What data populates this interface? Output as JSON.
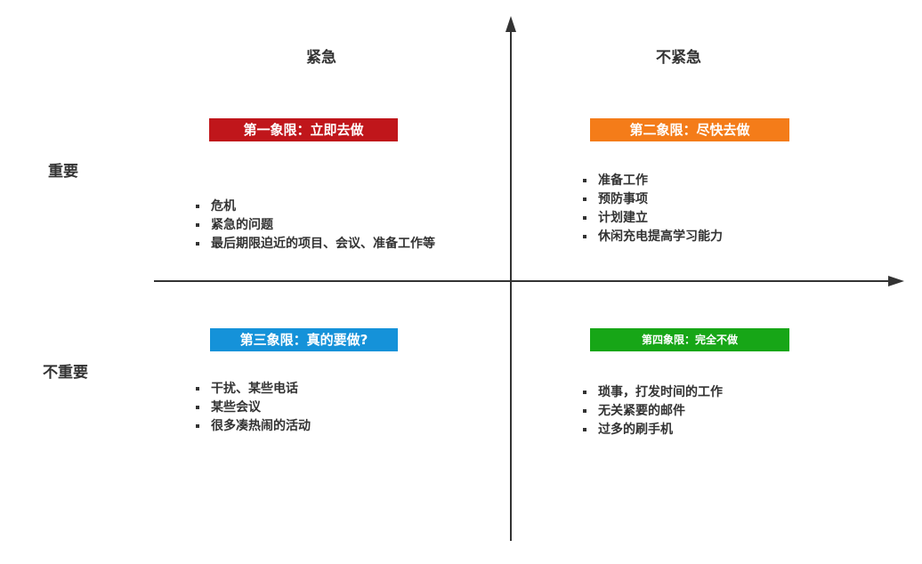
{
  "columns": {
    "urgent": "紧急",
    "not_urgent": "不紧急"
  },
  "rows": {
    "important": "重要",
    "not_important": "不重要"
  },
  "quadrants": [
    {
      "title": "第一象限：立即去做",
      "color": "#c0161b",
      "items": [
        "危机",
        "紧急的问题",
        "最后期限迫近的项目、会议、准备工作等"
      ]
    },
    {
      "title": "第二象限：尽快去做",
      "color": "#f47c19",
      "items": [
        "准备工作",
        "预防事项",
        "计划建立",
        "休闲充电提高学习能力"
      ]
    },
    {
      "title": "第三象限：真的要做?",
      "color": "#1592d9",
      "items": [
        "干扰、某些电话",
        "某些会议",
        "很多凑热闹的活动"
      ]
    },
    {
      "title": "第四象限：完全不做",
      "color": "#17a617",
      "items": [
        "琐事，打发时间的工作",
        "无关紧要的邮件",
        "过多的刷手机"
      ]
    }
  ]
}
